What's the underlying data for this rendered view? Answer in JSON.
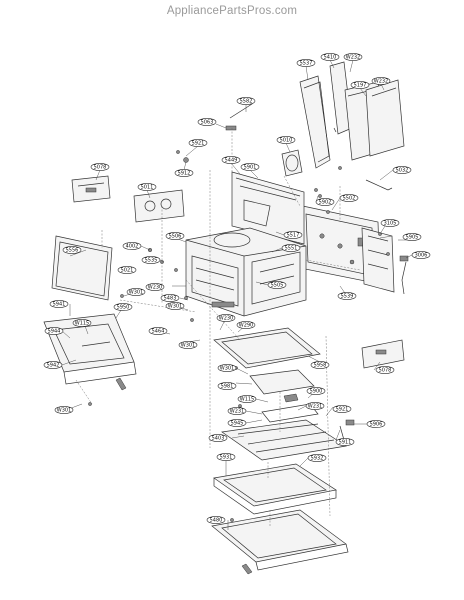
{
  "header": {
    "site_title": "AppliancePartsPros.com"
  },
  "labels": {
    "p5537": "5537",
    "p5410": "5410",
    "pW232a": "W232",
    "p5197": "5197",
    "pW232b": "W232",
    "p5582": "5582",
    "p5063": "5063",
    "p5010": "5010",
    "p5921a": "5921",
    "p5449": "5449",
    "p5901": "5901",
    "p5912": "5912",
    "p5032": "5032",
    "p5078a": "5078",
    "p5011": "5011",
    "p5502": "5502",
    "p5902": "5902",
    "p3105": "3105",
    "p5905": "5905",
    "p3006": "3006",
    "p5517": "5517",
    "p5551": "5551",
    "p5505": "5505",
    "p4002": "4002",
    "p5535": "5535",
    "p5556": "5556",
    "p5021": "5021",
    "pW301a": "W301",
    "pW230a": "W230",
    "p5483": "5483",
    "p5506": "5506",
    "p5539": "5539",
    "p5941": "5941",
    "p5950": "5950",
    "pW115a": "W115",
    "pW301b": "W301",
    "p5944": "5944",
    "p5464": "5464",
    "pW230b": "W230",
    "pW290": "W290",
    "pW301c": "W301",
    "p5942": "5942",
    "p5958": "5958",
    "pW301d": "W301",
    "p5078b": "5078",
    "pW301e": "W301",
    "p5981": "5981",
    "p5900": "5900",
    "pW115b": "W115",
    "pW231a": "W231",
    "pW231b": "W231",
    "p5945": "5945",
    "p5921b": "5921",
    "p5403": "5403",
    "p5906": "5906",
    "p5911": "5911",
    "p5931": "5931",
    "p5932": "5932",
    "p5480": "5480"
  }
}
